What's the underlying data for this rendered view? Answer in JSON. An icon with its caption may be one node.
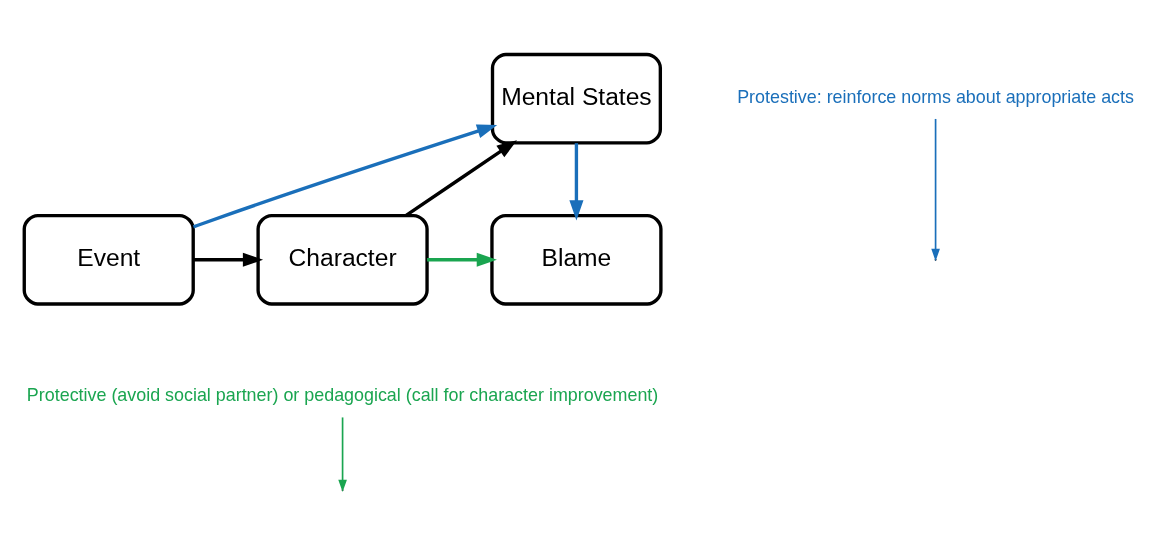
{
  "diagram": {
    "nodes": [
      {
        "text": [
          "Mental States"
        ]
      },
      {
        "text": [
          "Event"
        ]
      },
      {
        "text": [
          "Character"
        ]
      },
      {
        "text": [
          "Blame"
        ]
      },
      {
        "text": [
          "Protestive: reinforce norms about appropriate acts"
        ]
      },
      {
        "text": [
          "Protective (avoid social partner) or pedagogical (call for character improvement)"
        ]
      }
    ],
    "edges": [
      {
        "from": 1,
        "to": 0,
        "arrow": "to",
        "color": "#1a6fba"
      },
      {
        "from": 2,
        "to": 0,
        "arrow": "to",
        "color": "#000000"
      },
      {
        "from": 0,
        "to": 3,
        "arrow": "to",
        "color": "#1a6fba"
      },
      {
        "from": 1,
        "to": 2,
        "arrow": "to",
        "color": "#000000"
      },
      {
        "from": 2,
        "to": 3,
        "arrow": "to",
        "color": "#1aa550"
      },
      {
        "from": 4,
        "to": null,
        "arrow": "to",
        "color": "#1a6fba"
      },
      {
        "from": 5,
        "to": null,
        "arrow": "to",
        "color": "#1aa550"
      }
    ]
  }
}
